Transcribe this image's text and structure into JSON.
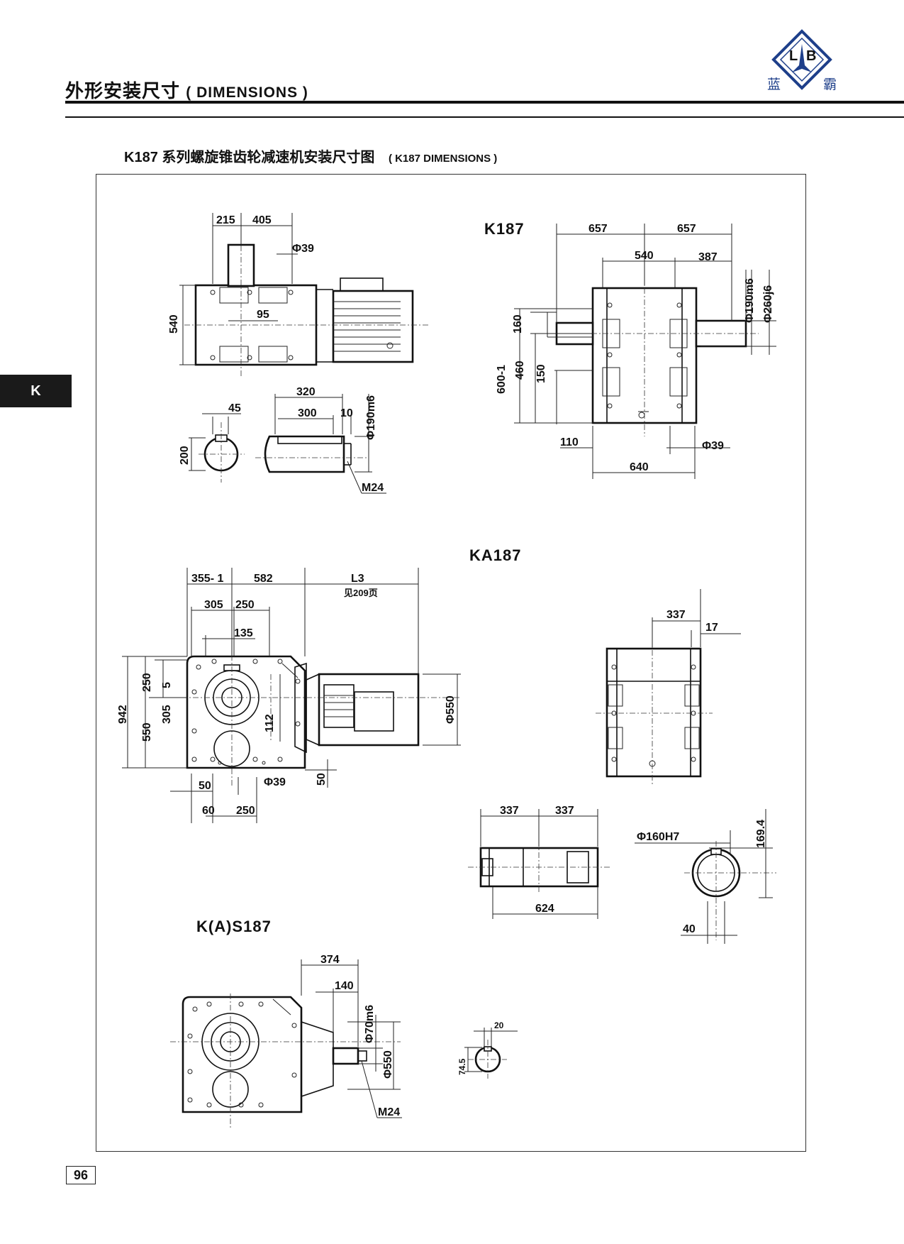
{
  "header": {
    "title_cn": "外形安装尺寸",
    "title_en": "( DIMENSIONS )",
    "logo_letters": [
      "L",
      "B"
    ],
    "logo_cn": [
      "蓝",
      "霸"
    ],
    "logo_color": "#1e3f8a",
    "logo_red": "#d22b2b"
  },
  "side_tab": "K",
  "subtitle": {
    "main": "K187  系列螺旋锥齿轮减速机安装尺寸图",
    "en": "( K187 DIMENSIONS )"
  },
  "page_number": "96",
  "views": {
    "k187": "K187",
    "ka187": "KA187",
    "ks187": "K(A)S187"
  },
  "dims": {
    "d215": "215",
    "d405": "405",
    "phi39a": "Φ39",
    "d540a": "540",
    "d95": "95",
    "d45": "45",
    "d200": "200",
    "d320": "320",
    "d300": "300",
    "d10": "10",
    "phi190m6a": "Φ190m6",
    "m24a": "M24",
    "d657a": "657",
    "d657b": "657",
    "d540b": "540",
    "d387": "387",
    "phi190m6b": "Φ190m6",
    "phi260j6": "Φ260j6",
    "d160": "160",
    "d600": "600-1",
    "d460": "460",
    "d150": "150",
    "d110": "110",
    "d640": "640",
    "phi39b": "Φ39",
    "d355": "355- 1",
    "d582": "582",
    "l3": "L3",
    "see209": "见209页",
    "d305a": "305",
    "d250a": "250",
    "d135": "135",
    "d942": "942",
    "d250b": "250",
    "d5": "5",
    "d305b": "305",
    "d550": "550",
    "d112": "112",
    "phi550a": "Φ550",
    "d50a": "50",
    "phi39c": "Φ39",
    "d50b": "50",
    "d60": "60",
    "d250c": "250",
    "d337a": "337",
    "d17": "17",
    "d337b": "337",
    "d337c": "337",
    "d624": "624",
    "phi160h7": "Φ160H7",
    "d169": "169.4",
    "d40": "40",
    "d374": "374",
    "d140": "140",
    "phi70m6": "Φ70m6",
    "phi550b": "Φ550",
    "m24b": "M24",
    "d20": "20",
    "d745": "74.5"
  }
}
